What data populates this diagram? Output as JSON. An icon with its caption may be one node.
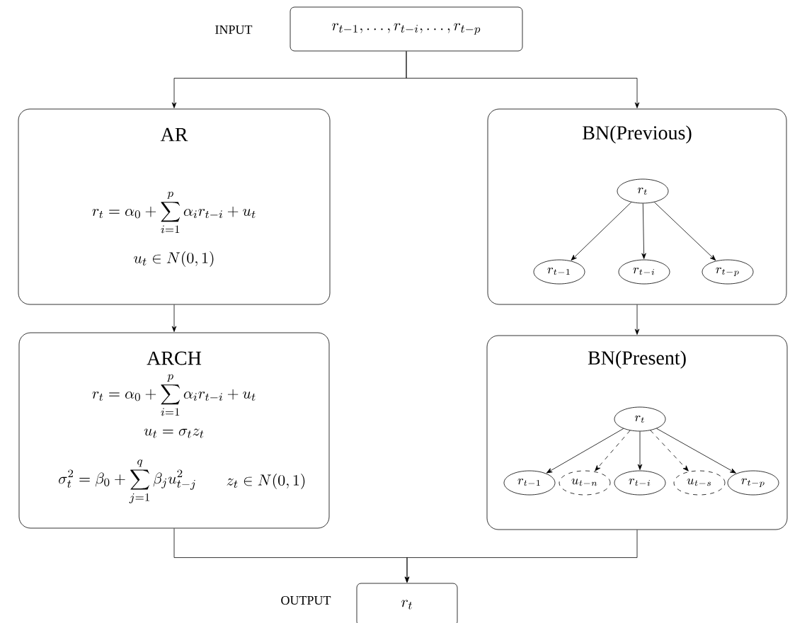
{
  "diagram": {
    "nodes": [
      {
        "text": [
          "r_{t-1},\\ldots,r_{t-i},\\ldots,r_{t-p}"
        ],
        "beside": [
          "INPUT"
        ]
      },
      {
        "text": [
          "AR",
          "r_t = \\alpha_0 + \\sum_{i=1}^{p} \\alpha_i r_{t-i} + u_t",
          "u_t \\in N(0,1)"
        ]
      },
      {
        "text": [
          "BN(Previous)"
        ]
      },
      {
        "text": [
          "r_t"
        ],
        "in": 2
      },
      {
        "text": [
          "r_{t-1}"
        ],
        "in": 2
      },
      {
        "text": [
          "r_{t-i}"
        ],
        "in": 2
      },
      {
        "text": [
          "r_{t-p}"
        ],
        "in": 2
      },
      {
        "text": [
          "ARCH",
          "r_t = \\alpha_0 + \\sum_{i=1}^{p} \\alpha_i r_{t-i} + u_t",
          "u_t = \\sigma_t z_t",
          "\\sigma_t^2 = \\beta_0 + \\sum_{j=1}^{q} \\beta_j u_{t-j}^2",
          "z_t \\in N(0,1)"
        ]
      },
      {
        "text": [
          "BN(Present)"
        ]
      },
      {
        "text": [
          "r_t"
        ],
        "in": 8
      },
      {
        "text": [
          "r_{t-1}"
        ],
        "in": 8
      },
      {
        "text": [
          "u_{t-n}"
        ],
        "in": 8
      },
      {
        "text": [
          "r_{t-i}"
        ],
        "in": 8
      },
      {
        "text": [
          "u_{t-s}"
        ],
        "in": 8
      },
      {
        "text": [
          "r_{t-p}"
        ],
        "in": 8
      },
      {
        "text": [
          "r_t"
        ],
        "beside": [
          "OUTPUT"
        ]
      }
    ],
    "edges": [
      {
        "from": 0,
        "to": 1,
        "arrow": "to"
      },
      {
        "from": 0,
        "to": 2,
        "arrow": "to"
      },
      {
        "from": 1,
        "to": 7,
        "arrow": "to"
      },
      {
        "from": 2,
        "to": 8,
        "arrow": "to"
      },
      {
        "from": 3,
        "to": 4,
        "arrow": "to"
      },
      {
        "from": 3,
        "to": 5,
        "arrow": "to"
      },
      {
        "from": 3,
        "to": 6,
        "arrow": "to"
      },
      {
        "from": 9,
        "to": 10,
        "arrow": "to"
      },
      {
        "from": 9,
        "to": 11,
        "arrow": "to",
        "style": "dashed"
      },
      {
        "from": 9,
        "to": 12,
        "arrow": "to"
      },
      {
        "from": 9,
        "to": 13,
        "arrow": "to",
        "style": "dashed"
      },
      {
        "from": 9,
        "to": 14,
        "arrow": "to"
      },
      {
        "from": 7,
        "to": 15,
        "arrow": "to"
      },
      {
        "from": 8,
        "to": 15,
        "arrow": "to"
      }
    ]
  }
}
